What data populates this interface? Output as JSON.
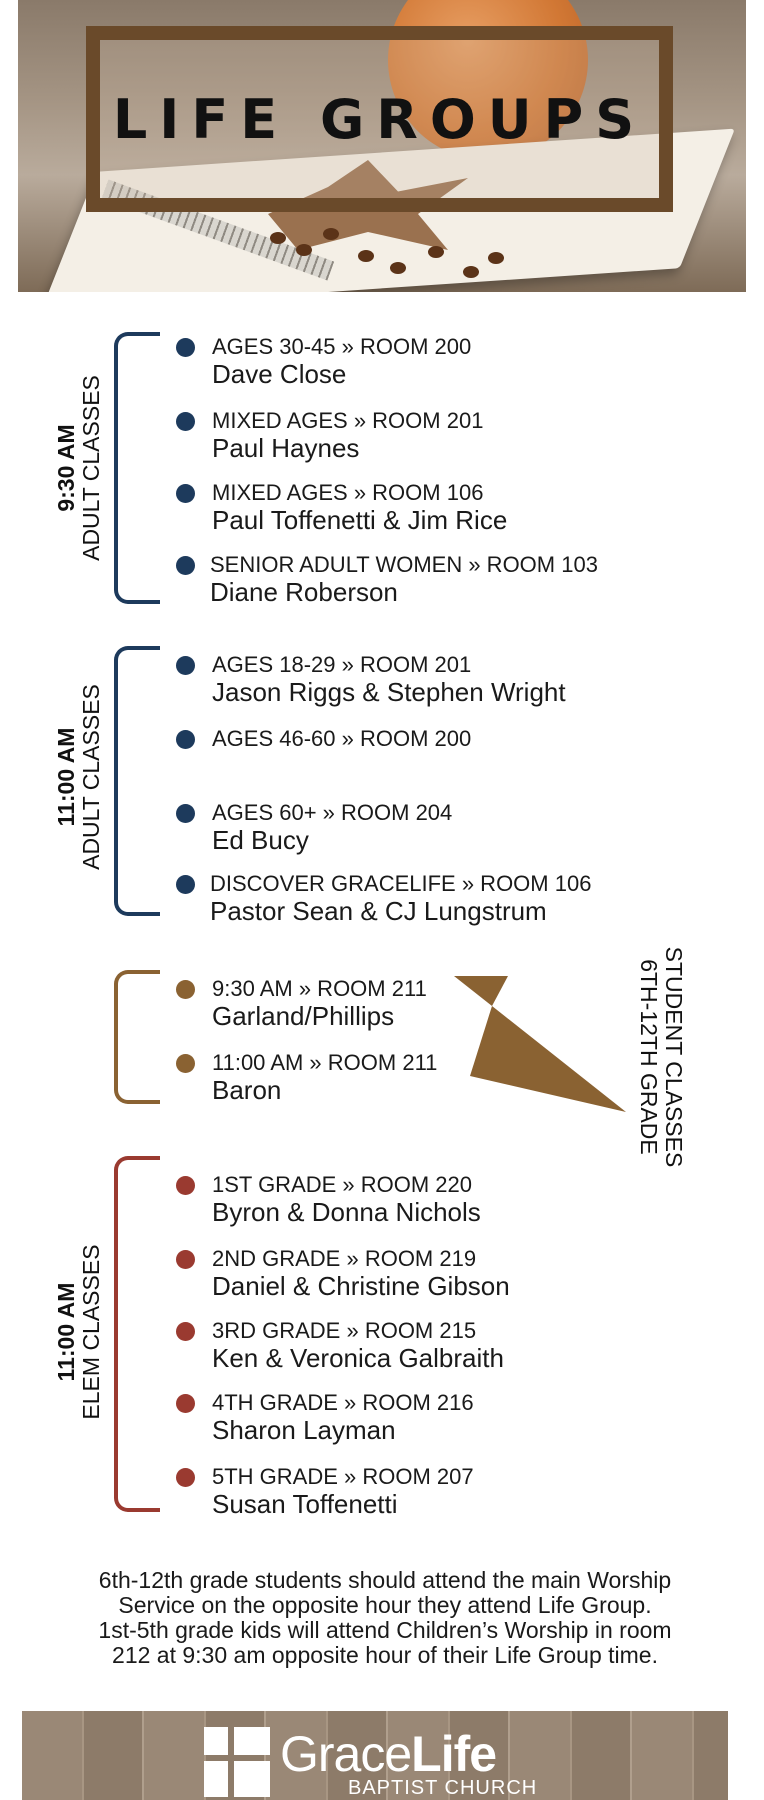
{
  "banner": {
    "title": "LIFE GROUPS"
  },
  "adult_930": {
    "time": "9:30 AM",
    "kind": "ADULT CLASSES",
    "items": [
      {
        "line1": "AGES 30-45 » ROOM 200",
        "line2": "Dave Close"
      },
      {
        "line1": "MIXED AGES » ROOM 201",
        "line2": "Paul Haynes"
      },
      {
        "line1": "MIXED AGES » ROOM 106",
        "line2": "Paul Toffenetti & Jim Rice"
      },
      {
        "line1": "SENIOR ADULT WOMEN » ROOM 103",
        "line2": "Diane Roberson"
      }
    ]
  },
  "adult_1100": {
    "time": "11:00 AM",
    "kind": "ADULT CLASSES",
    "items": [
      {
        "line1": "AGES 18-29 » ROOM 201",
        "line2": "Jason Riggs & Stephen Wright"
      },
      {
        "line1": "AGES 46-60 » ROOM 200",
        "line2": ""
      },
      {
        "line1": "AGES 60+ » ROOM 204",
        "line2": "Ed Bucy"
      },
      {
        "line1": "DISCOVER GRACELIFE » ROOM 106",
        "line2": "Pastor Sean & CJ Lungstrum"
      }
    ]
  },
  "student": {
    "kind": "STUDENT CLASSES",
    "grades": "6TH-12TH GRADE",
    "items": [
      {
        "line1": "9:30 AM » ROOM 211",
        "line2": "Garland/Phillips"
      },
      {
        "line1": "11:00 AM » ROOM 211",
        "line2": "Baron"
      }
    ]
  },
  "elem_1100": {
    "time": "11:00 AM",
    "kind": "ELEM CLASSES",
    "items": [
      {
        "line1": "1ST GRADE » ROOM 220",
        "line2": "Byron & Donna Nichols"
      },
      {
        "line1": "2ND GRADE » ROOM 219",
        "line2": "Daniel & Christine Gibson"
      },
      {
        "line1": "3RD GRADE » ROOM 215",
        "line2": "Ken & Veronica Galbraith"
      },
      {
        "line1": "4TH GRADE » ROOM 216",
        "line2": "Sharon Layman"
      },
      {
        "line1": "5TH GRADE » ROOM 207",
        "line2": "Susan Toffenetti"
      }
    ]
  },
  "note": {
    "line1": "6th-12th grade students should attend the main Worship",
    "line2": "Service on the opposite hour they attend Life Group.",
    "line3": "1st-5th grade kids will attend Children’s Worship in room",
    "line4": "212 at 9:30 am opposite hour of their Life Group time."
  },
  "footer": {
    "brand_light": "Grace",
    "brand_bold": "Life",
    "sub": "BAPTIST CHURCH"
  },
  "colors": {
    "navy": "#1d3a5c",
    "brown": "#8a6232",
    "red": "#9a3a30"
  }
}
